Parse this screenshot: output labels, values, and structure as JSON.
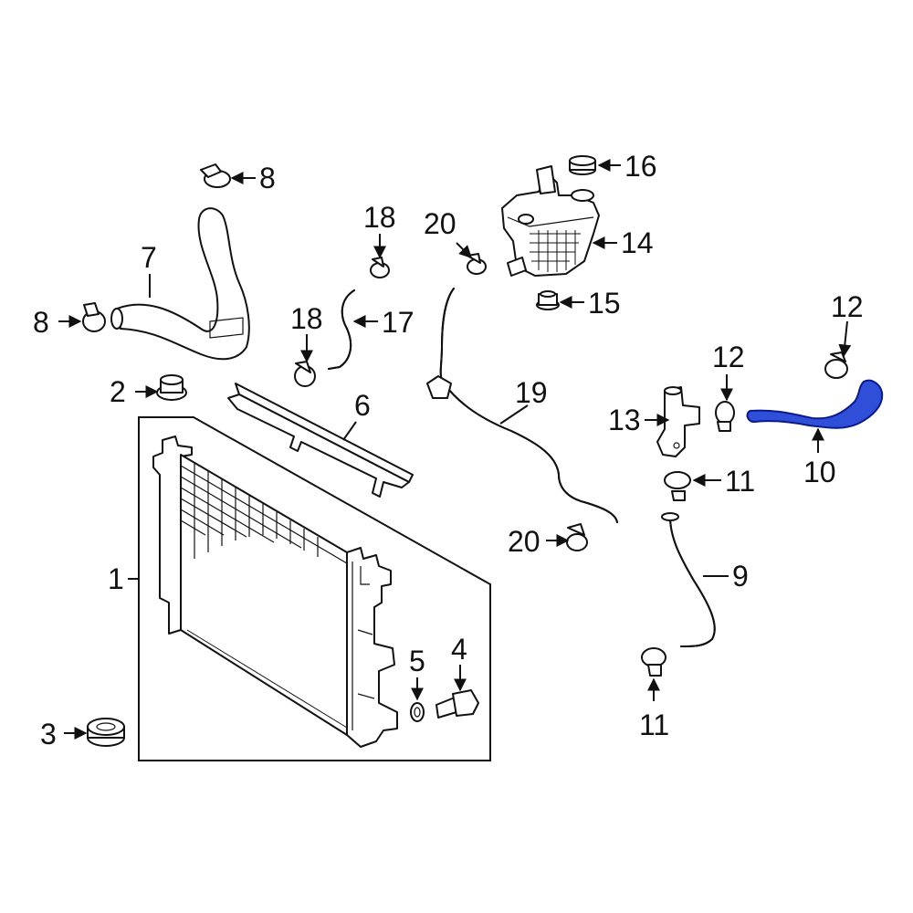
{
  "diagram": {
    "highlight_color": "#2f4fd8",
    "callouts": {
      "c1": "1",
      "c2": "2",
      "c3": "3",
      "c4": "4",
      "c5": "5",
      "c6": "6",
      "c7": "7",
      "c8a": "8",
      "c8b": "8",
      "c9": "9",
      "c10": "10",
      "c11a": "11",
      "c11b": "11",
      "c12a": "12",
      "c12b": "12",
      "c13": "13",
      "c14": "14",
      "c15": "15",
      "c16": "16",
      "c17": "17",
      "c18a": "18",
      "c18b": "18",
      "c19": "19",
      "c20a": "20",
      "c20b": "20"
    },
    "highlighted_part": "10"
  }
}
